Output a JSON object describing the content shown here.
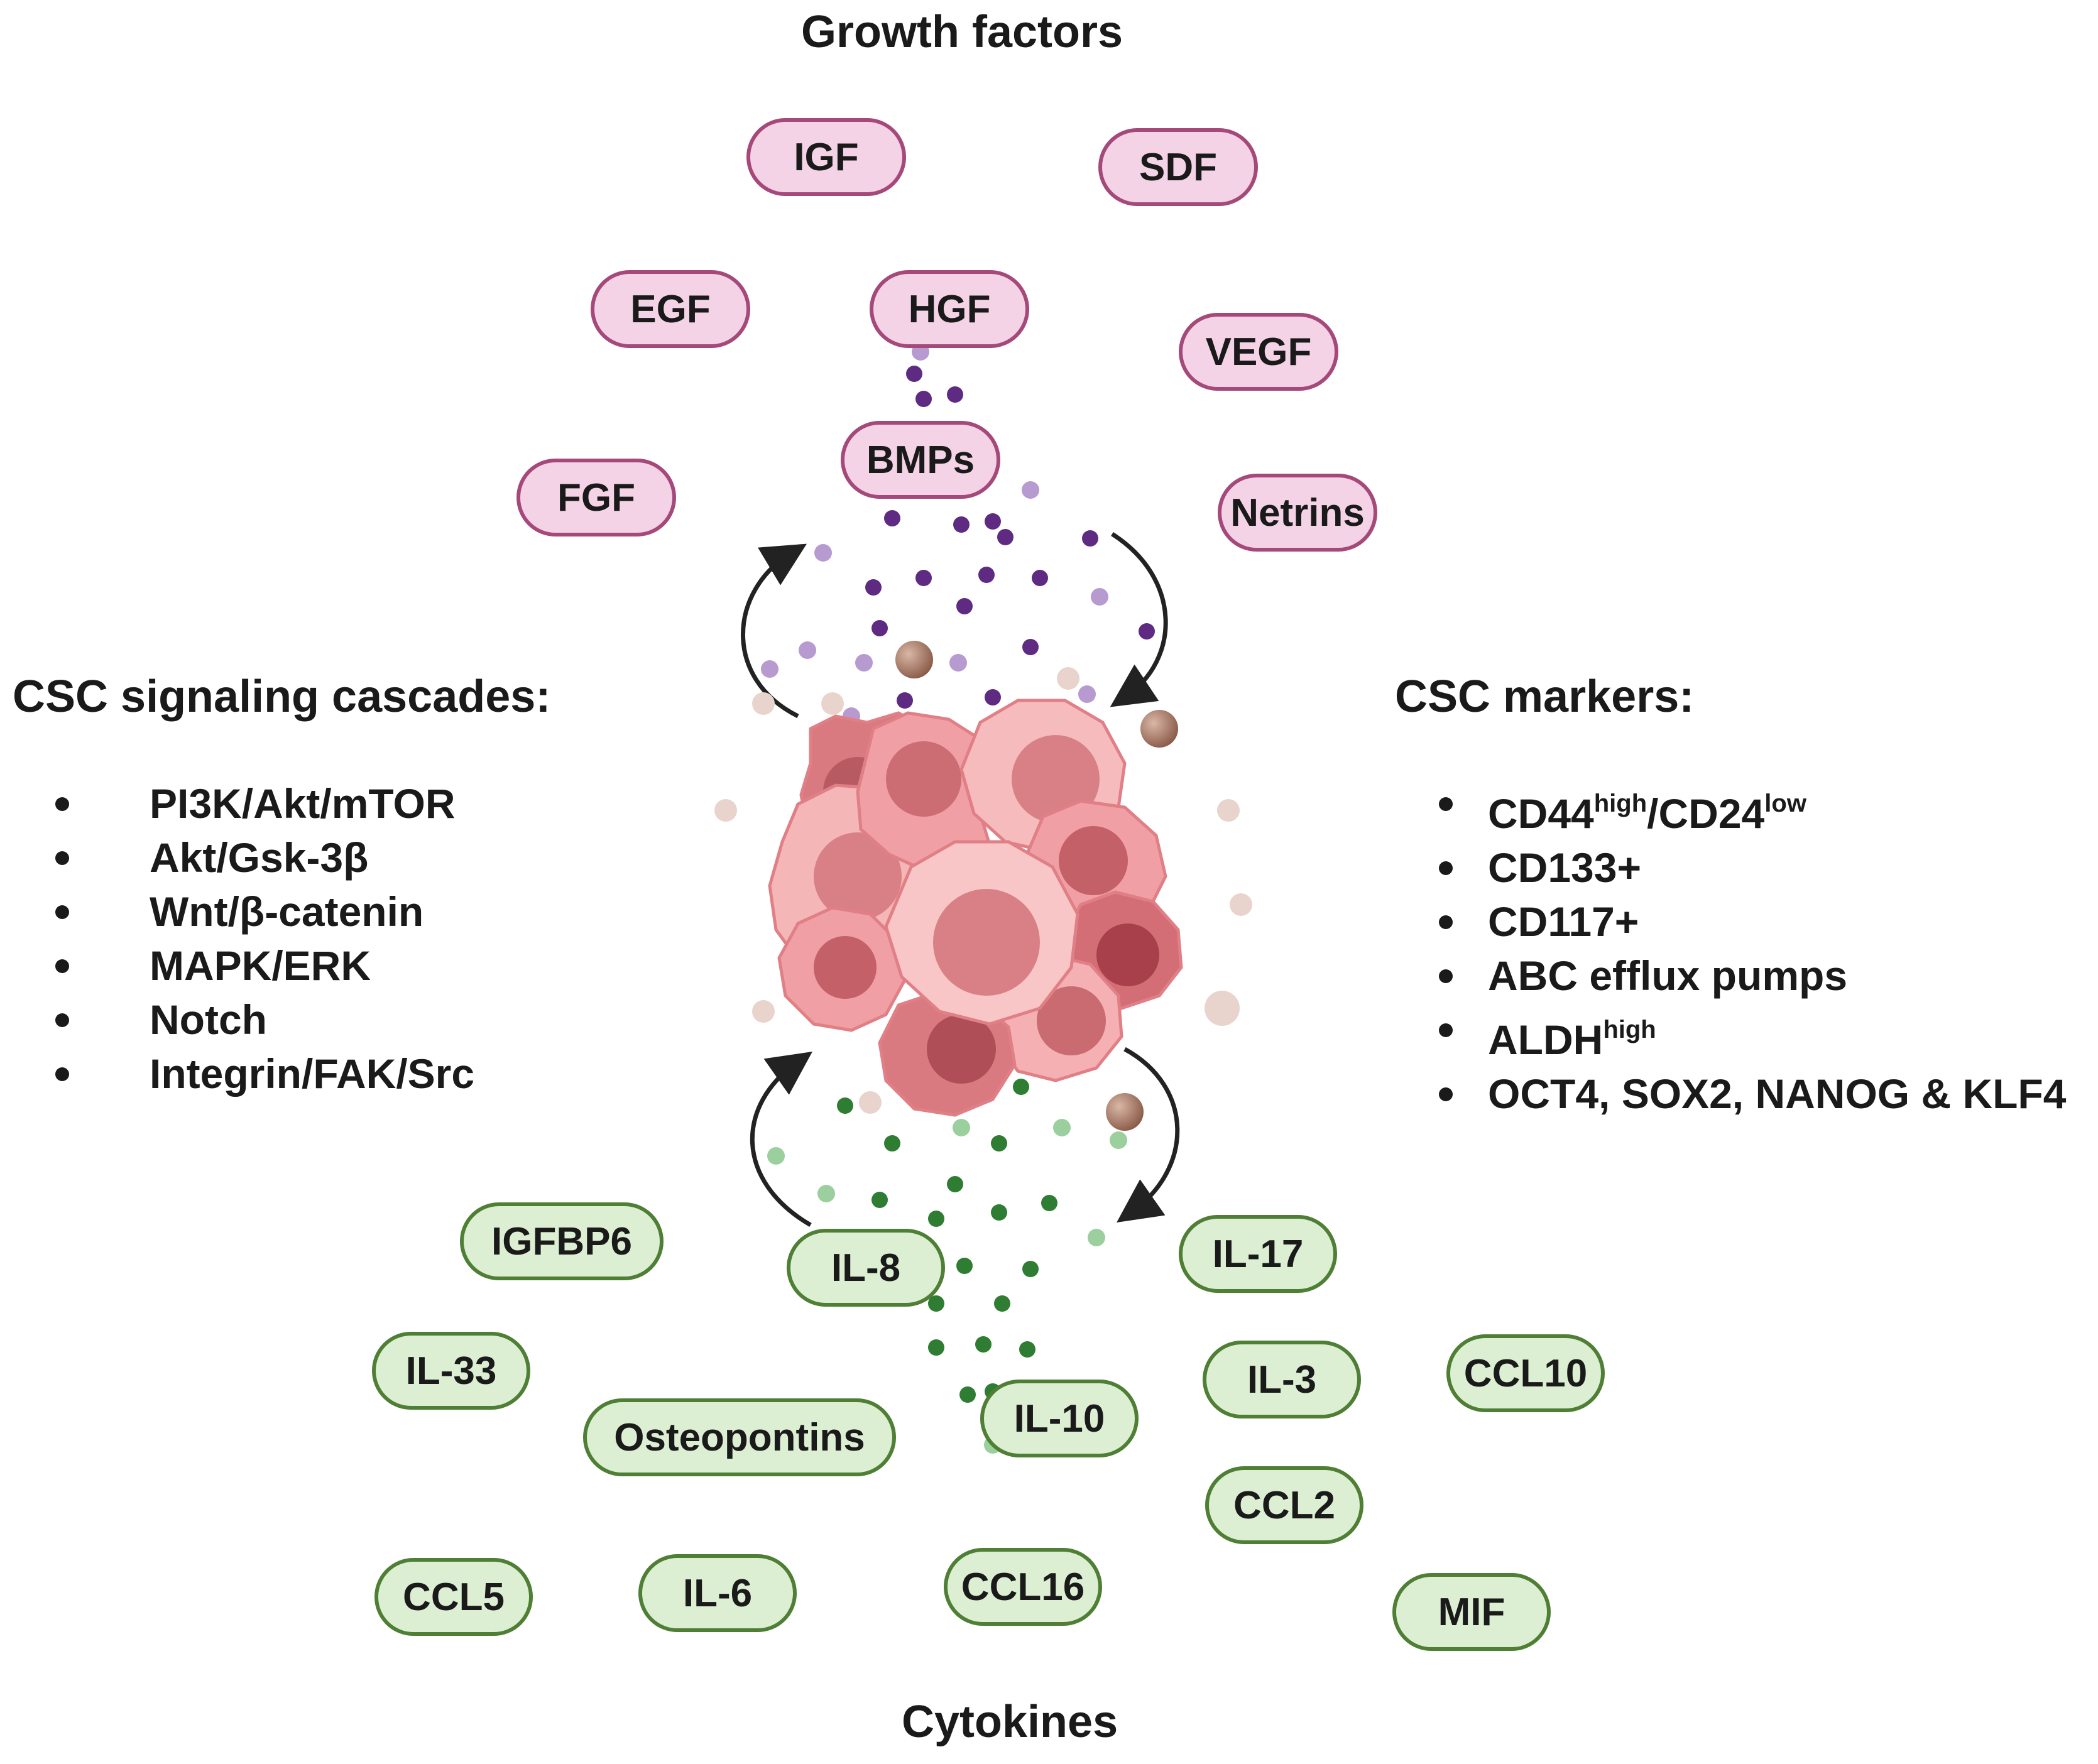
{
  "headings": {
    "growth_factors": "Growth factors",
    "cytokines": "Cytokines",
    "csc_signaling": "CSC signaling cascades:",
    "csc_markers": "CSC markers:"
  },
  "growth_factors": {
    "igf": "IGF",
    "sdf": "SDF",
    "egf": "EGF",
    "hgf": "HGF",
    "vegf": "VEGF",
    "bmps": "BMPs",
    "fgf": "FGF",
    "netrins": "Netrins"
  },
  "cytokines": {
    "igfbp6": "IGFBP6",
    "il8": "IL-8",
    "il17": "IL-17",
    "il33": "IL-33",
    "il3": "IL-3",
    "ccl10": "CCL10",
    "osteopontins": "Osteopontins",
    "il10": "IL-10",
    "ccl2": "CCL2",
    "ccl5": "CCL5",
    "il6": "IL-6",
    "ccl16": "CCL16",
    "mif": "MIF"
  },
  "signaling_cascades": [
    "PI3K/Akt/mTOR",
    "Akt/Gsk-3β",
    "Wnt/β-catenin",
    "MAPK/ERK",
    "Notch",
    "Integrin/FAK/Src"
  ],
  "markers": {
    "m1_a": "CD44",
    "m1_a_sup": "high",
    "m1_sep": "/",
    "m1_b": "CD24",
    "m1_b_sup": "low",
    "m2": "CD133+",
    "m3": "CD117+",
    "m4": "ABC efflux pumps",
    "m5": "ALDH",
    "m5_sup": "high",
    "m6": "OCT4, SOX2, NANOG & KLF4"
  },
  "colors": {
    "growth_factor_fill": "#f5d3e6",
    "growth_factor_border": "#a5487a",
    "cytokine_fill": "#dcefd3",
    "cytokine_border": "#4f7e35",
    "purple_particle": "#5e2a82",
    "green_particle": "#2e7d32",
    "cell_fill": "#f2a6a8",
    "cell_nucleus": "#c96b70"
  }
}
